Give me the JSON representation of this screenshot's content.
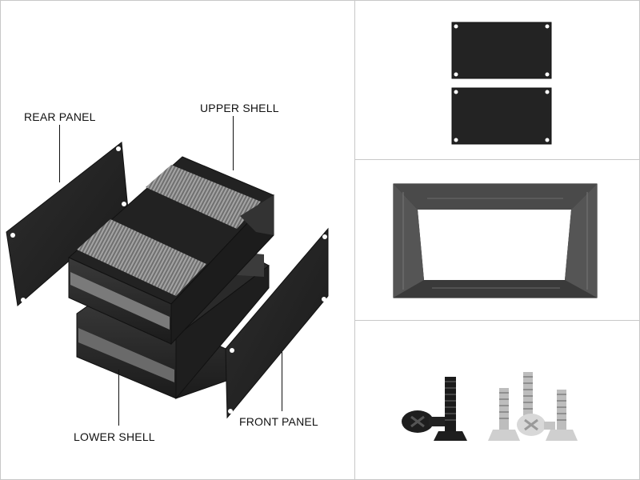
{
  "labels": {
    "rear_panel": "REAR PANEL",
    "upper_shell": "UPPER SHELL",
    "lower_shell": "LOWER SHELL",
    "front_panel": "FRONT PANEL"
  },
  "colors": {
    "metal_dark": "#1c1c1c",
    "metal_mid": "#2b2b2b",
    "metal_light": "#8a8a8a",
    "steel": "#c9c9c9",
    "divider": "#c8c8c8"
  }
}
